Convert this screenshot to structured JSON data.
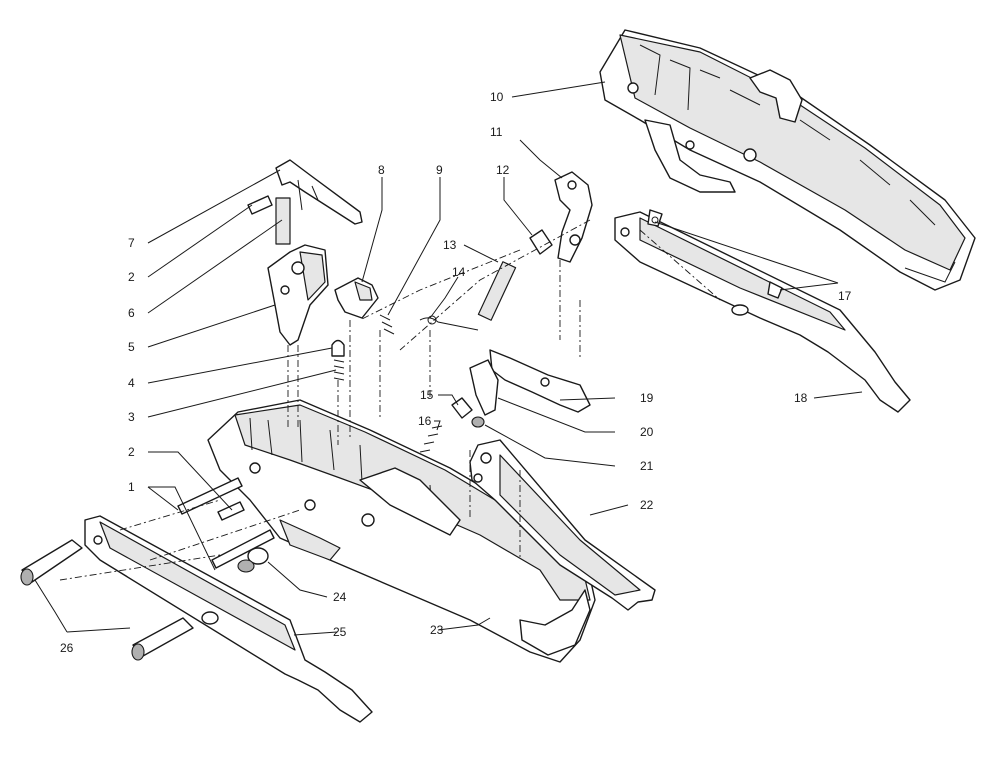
{
  "callouts": [
    {
      "id": "c1",
      "text": "1"
    },
    {
      "id": "c2a",
      "text": "2"
    },
    {
      "id": "c2b",
      "text": "2"
    },
    {
      "id": "c3",
      "text": "3"
    },
    {
      "id": "c4",
      "text": "4"
    },
    {
      "id": "c5",
      "text": "5"
    },
    {
      "id": "c6",
      "text": "6"
    },
    {
      "id": "c7",
      "text": "7"
    },
    {
      "id": "c8",
      "text": "8"
    },
    {
      "id": "c9",
      "text": "9"
    },
    {
      "id": "c10",
      "text": "10"
    },
    {
      "id": "c11",
      "text": "11"
    },
    {
      "id": "c12",
      "text": "12"
    },
    {
      "id": "c13",
      "text": "13"
    },
    {
      "id": "c14",
      "text": "14"
    },
    {
      "id": "c15",
      "text": "15"
    },
    {
      "id": "c16",
      "text": "16"
    },
    {
      "id": "c17",
      "text": "17"
    },
    {
      "id": "c18",
      "text": "18"
    },
    {
      "id": "c19",
      "text": "19"
    },
    {
      "id": "c20",
      "text": "20"
    },
    {
      "id": "c21",
      "text": "21"
    },
    {
      "id": "c22",
      "text": "22"
    },
    {
      "id": "c23",
      "text": "23"
    },
    {
      "id": "c24",
      "text": "24"
    },
    {
      "id": "c25",
      "text": "25"
    },
    {
      "id": "c26",
      "text": "26"
    }
  ]
}
